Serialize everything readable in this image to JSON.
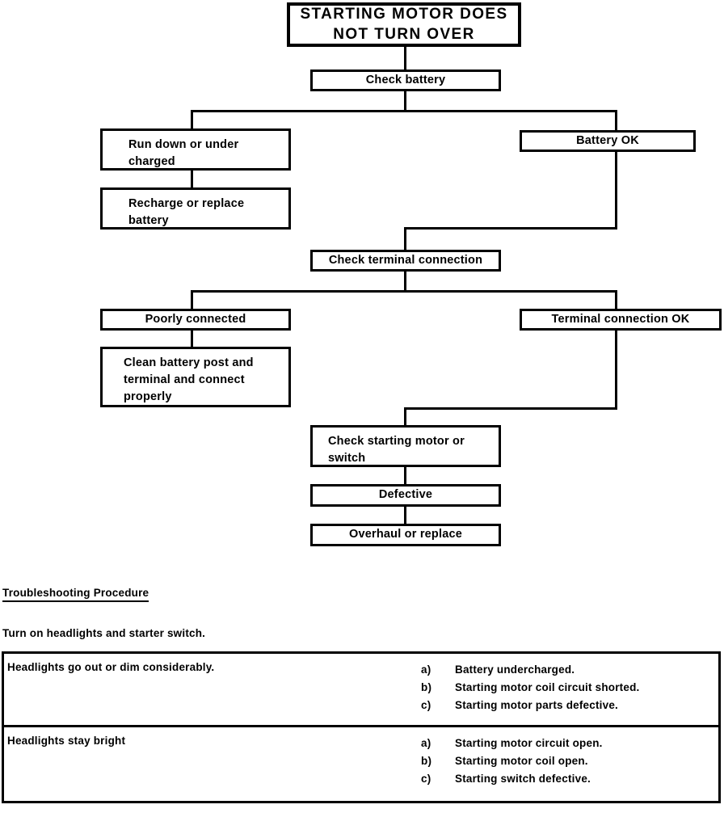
{
  "diagram": {
    "title": "STARTING MOTOR DOES\nNOT TURN OVER",
    "nodes": {
      "check_battery": "Check battery",
      "run_down": "Run down or under\ncharged",
      "recharge": "Recharge or replace\nbattery",
      "battery_ok": "Battery    OK",
      "check_terminal": "Check terminal connection",
      "poorly_connected": "Poorly connected",
      "clean_post": "Clean battery post and\nterminal and connect\nproperly",
      "terminal_ok": "Terminal connection   OK",
      "check_motor": "Check starting motor or\nswitch",
      "defective": "Defective",
      "overhaul": "Overhaul or replace"
    }
  },
  "procedure": {
    "heading": "Troubleshooting Procedure",
    "instruction": "Turn on headlights and starter switch."
  },
  "table": {
    "rows": [
      {
        "symptom": "Headlights go out or dim considerably.",
        "causes": [
          {
            "marker": "a)",
            "text": "Battery undercharged."
          },
          {
            "marker": "b)",
            "text": "Starting motor coil circuit shorted."
          },
          {
            "marker": "c)",
            "text": "Starting motor parts defective."
          }
        ]
      },
      {
        "symptom": "Headlights stay bright",
        "causes": [
          {
            "marker": "a)",
            "text": "Starting motor circuit open."
          },
          {
            "marker": "b)",
            "text": "Starting motor coil open."
          },
          {
            "marker": "c)",
            "text": "Starting switch defective."
          }
        ]
      }
    ]
  },
  "colors": {
    "line": "#000000",
    "background": "#ffffff"
  }
}
